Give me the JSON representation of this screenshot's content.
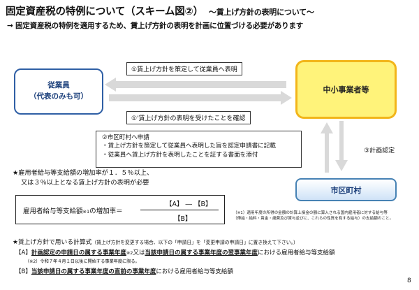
{
  "title": {
    "main": "固定資産税の特例について（スキーム図②）",
    "sub": "～賃上げ方針の表明について～"
  },
  "subtitle": "→ 固定資産税の特例を適用するため、賃上げ方針の表明を計画に位置づける必要があります",
  "nodes": {
    "employee_line1": "従業員",
    "employee_line2": "（代表のみも可）",
    "sme": "中小事業者等",
    "city": "市区町村"
  },
  "flows": {
    "step1": "①賃上げ方針を策定して従業員へ表明",
    "step1b": "①'賃上げ方針の表明を受けたことを確認",
    "step2_title": "②市区町村へ申請",
    "step2_line1": "・賃上げ方針を策定して従業員へ表明した旨を認定申請書に記載",
    "step2_line2": "・従業員へ賃上げ方針を表明したことを証する書面を添付",
    "step3": "③計画認定"
  },
  "condition": {
    "line1": "★雇用者給与等支給額の増加率が１．５％以上、",
    "line2": "又は３％以上となる賃上げ方針の表明が必要"
  },
  "formula": {
    "label": "雇用者給与等支給額",
    "note_mark": "※1",
    "label_suffix": "の増加率＝",
    "numerator": "【A】 ― 【B】",
    "denominator": "【B】"
  },
  "note1": {
    "line1": "（※1）適用年度の所得の金額の計算上損金の額に算入される国内雇用者に対する給与等",
    "line2": "（俸給・給料・賃金・歳費及び賞与並びに、これらの性質を有する給与）の支給額のこと。"
  },
  "calc": {
    "title": "★賃上げ方針で用いる計算式",
    "title_note": "（賃上げ方針を変更する場合、以下の「申請日」を「変更申請の申請日」に置き換えて下さい。）",
    "a_prefix": "【A】",
    "a_bold1": "計画認定の申請日の属する事業年度",
    "a_mark": "※2",
    "a_mid": "又は",
    "a_bold2": "当該申請日の属する事業年度の翌事業年度",
    "a_suffix": "における雇用者給与等支給額",
    "note2": "（※2）令和７年４月１日以後に開始する事業年度に限る。",
    "b_prefix": "【B】",
    "b_bold": "当該申請日の属する事業年度の直前の事業年度",
    "b_suffix": "における雇用者給与等支給額"
  },
  "page_number": "8",
  "colors": {
    "sme_fill": "#fff37a",
    "sme_border": "#f2b51a",
    "employee_border": "#2f5fa5",
    "city_border": "#4682b4",
    "arrow_fill": "#d9d9d9"
  }
}
